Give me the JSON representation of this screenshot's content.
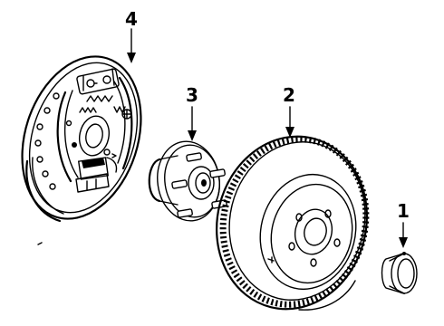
{
  "callouts": [
    {
      "id": "4",
      "label": "4"
    },
    {
      "id": "3",
      "label": "3"
    },
    {
      "id": "2",
      "label": "2"
    },
    {
      "id": "1",
      "label": "1"
    }
  ],
  "parts": [
    {
      "callout": "4",
      "name": "backing-plate-assembly"
    },
    {
      "callout": "3",
      "name": "hub-and-bearing"
    },
    {
      "callout": "2",
      "name": "brake-drum"
    },
    {
      "callout": "1",
      "name": "dust-cap"
    }
  ]
}
